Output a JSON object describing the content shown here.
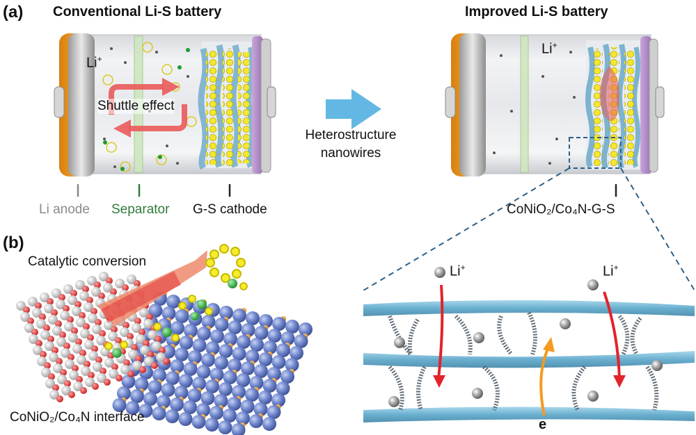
{
  "panel_a": {
    "tag": "(a)",
    "conventional": {
      "title": "Conventional Li-S battery",
      "li_ion": "Li",
      "li_charge": "+",
      "shuttle": "Shuttle effect",
      "labels": {
        "anode": "Li anode",
        "separator": "Separator",
        "cathode": "G-S cathode"
      }
    },
    "arrow_label_line1": "Heterostructure",
    "arrow_label_line2": "nanowires",
    "improved": {
      "title": "Improved Li-S battery",
      "li_ion": "Li",
      "li_charge": "+",
      "cathode_label": "CoNiO₂/Co₄N-G-S"
    }
  },
  "panel_b": {
    "tag": "(b)",
    "catalytic": "Catalytic conversion",
    "interface": "CoNiO₂/Co₄N interface",
    "zoom_li1": "Li",
    "zoom_li2": "Li",
    "zoom_charge": "+",
    "electron": "e"
  },
  "colors": {
    "anode_orange": "#f29b1d",
    "cathode_purple": "#b48fc8",
    "separator_green": "#b9d8a6",
    "arrow_blue": "#63b8e3",
    "shuttle_red": "#ea5a5a",
    "sulfur_yellow": "#f5ec2a",
    "graphene_blue": "#6aa9c9",
    "co_blue": "#6f86cc",
    "o_red": "#e03a3a",
    "n_orange": "#f0a02a",
    "electron_orange": "#f39a1f"
  }
}
